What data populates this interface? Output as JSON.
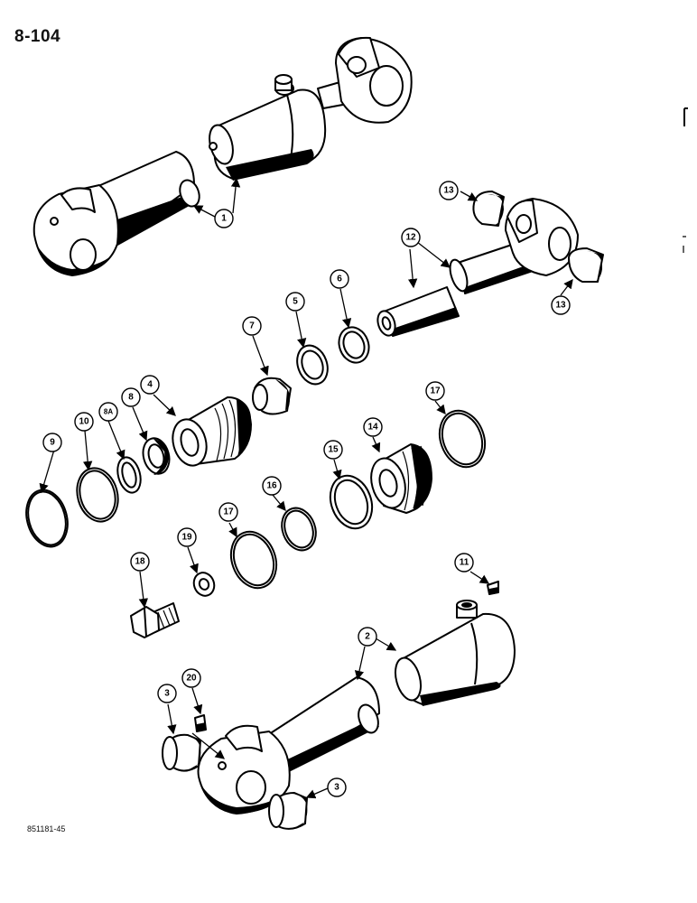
{
  "page_number": "8-104",
  "figure_code": "851181-45",
  "callouts": [
    {
      "id": "c1",
      "label": "1",
      "part": "cylinder-assembly"
    },
    {
      "id": "c2",
      "label": "2",
      "part": "cylinder-barrel"
    },
    {
      "id": "c3a",
      "label": "3",
      "part": "bushing-base"
    },
    {
      "id": "c3b",
      "label": "3",
      "part": "bushing-base"
    },
    {
      "id": "c4",
      "label": "4",
      "part": "gland"
    },
    {
      "id": "c5",
      "label": "5",
      "part": "seal"
    },
    {
      "id": "c6",
      "label": "6",
      "part": "wiper-seal"
    },
    {
      "id": "c7",
      "label": "7",
      "part": "bushing"
    },
    {
      "id": "c8",
      "label": "8",
      "part": "rod-seal"
    },
    {
      "id": "c8a",
      "label": "8A",
      "part": "backup-ring"
    },
    {
      "id": "c9",
      "label": "9",
      "part": "o-ring"
    },
    {
      "id": "c10",
      "label": "10",
      "part": "backup-ring"
    },
    {
      "id": "c11",
      "label": "11",
      "part": "grease-fitting"
    },
    {
      "id": "c12",
      "label": "12",
      "part": "rod"
    },
    {
      "id": "c13a",
      "label": "13",
      "part": "bushing-rod"
    },
    {
      "id": "c13b",
      "label": "13",
      "part": "bushing-rod"
    },
    {
      "id": "c14",
      "label": "14",
      "part": "piston"
    },
    {
      "id": "c15",
      "label": "15",
      "part": "piston-seal"
    },
    {
      "id": "c16",
      "label": "16",
      "part": "o-ring"
    },
    {
      "id": "c17a",
      "label": "17",
      "part": "wear-ring"
    },
    {
      "id": "c17b",
      "label": "17",
      "part": "wear-ring"
    },
    {
      "id": "c18",
      "label": "18",
      "part": "bolt"
    },
    {
      "id": "c19",
      "label": "19",
      "part": "washer"
    },
    {
      "id": "c20",
      "label": "20",
      "part": "grease-fitting"
    }
  ]
}
